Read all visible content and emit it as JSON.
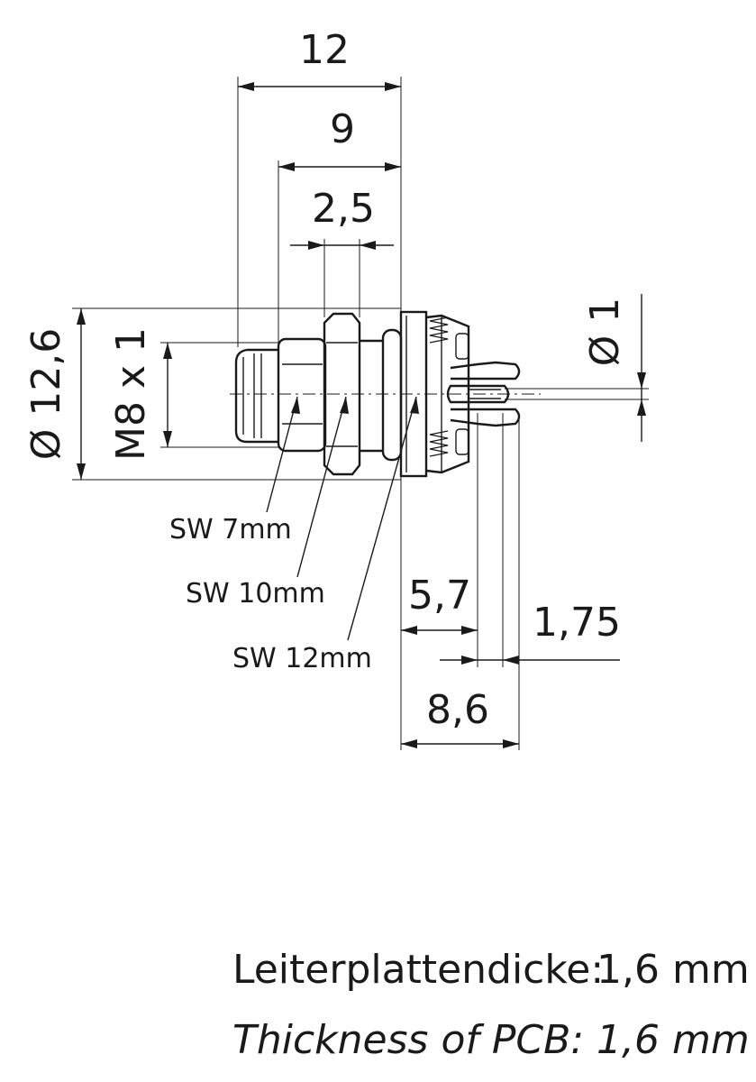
{
  "dimensions": {
    "d12": "12",
    "d9": "9",
    "d2_5": "2,5",
    "dia12_6": "Ø 12,6",
    "m8": "M8 x 1",
    "dia1": "Ø 1",
    "d5_7": "5,7",
    "d1_75": "1,75",
    "d8_6": "8,6"
  },
  "labels": {
    "sw7": "SW 7mm",
    "sw10": "SW 10mm",
    "sw12": "SW 12mm"
  },
  "notes": {
    "de_label": "Leiterplattendicke:",
    "de_value": "1,6 mm",
    "en_label": "Thickness of PCB:",
    "en_value": "1,6 mm"
  }
}
